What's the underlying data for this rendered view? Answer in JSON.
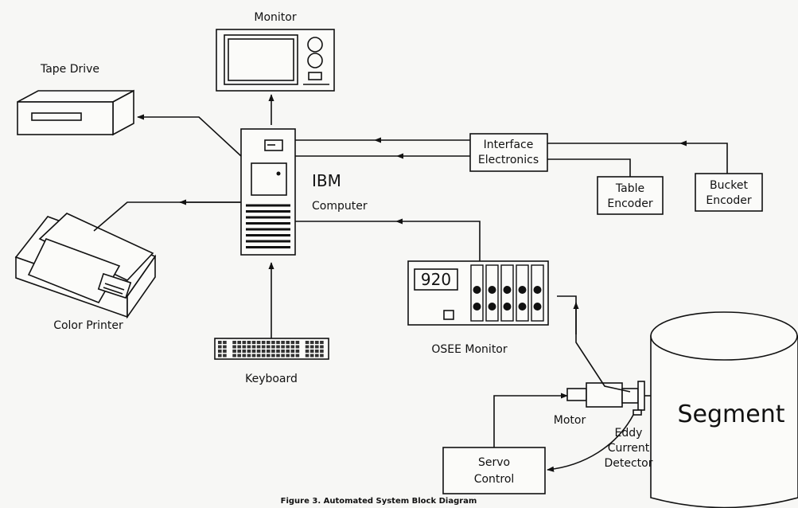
{
  "labels": {
    "monitor": "Monitor",
    "tape_drive": "Tape Drive",
    "ibm": "IBM",
    "computer": "Computer",
    "interface_1": "Interface",
    "interface_2": "Electronics",
    "table_1": "Table",
    "table_2": "Encoder",
    "bucket_1": "Bucket",
    "bucket_2": "Encoder",
    "color_printer": "Color Printer",
    "osee_display": "920",
    "osee_monitor": "OSEE Monitor",
    "keyboard": "Keyboard",
    "motor": "Motor",
    "segment": "Segment",
    "servo_1": "Servo",
    "servo_2": "Control",
    "eddy_1": "Eddy",
    "eddy_2": "Current",
    "eddy_3": "Detector",
    "caption": "Figure 3. Automated System Block Diagram"
  },
  "icons": {
    "arrow": "arrow-head-icon"
  }
}
